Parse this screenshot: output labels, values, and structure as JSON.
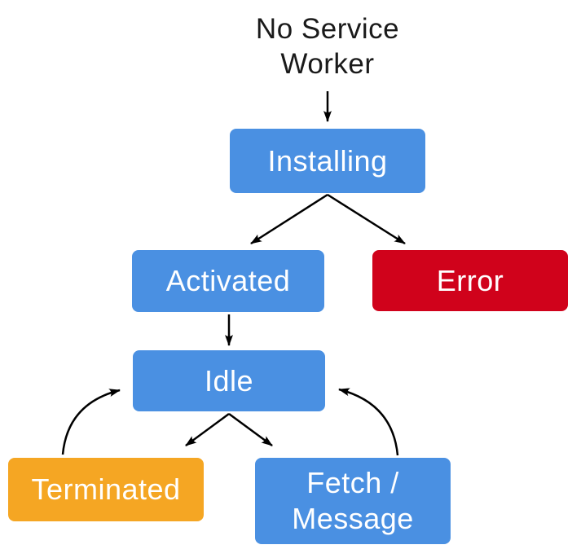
{
  "colors": {
    "blue": "#4A90E2",
    "red": "#D0021B",
    "orange": "#F5A623",
    "arrow": "#000000",
    "box_text": "#FFFFFF",
    "title_text": "#1A1A1A"
  },
  "nodes": {
    "start": {
      "label": "No Service Worker",
      "line1": "No Service",
      "line2": "Worker"
    },
    "installing": {
      "label": "Installing"
    },
    "activated": {
      "label": "Activated"
    },
    "error": {
      "label": "Error"
    },
    "idle": {
      "label": "Idle"
    },
    "terminated": {
      "label": "Terminated"
    },
    "fetch_message": {
      "label": "Fetch / Message",
      "line1": "Fetch /",
      "line2": "Message"
    }
  },
  "edges": [
    {
      "from": "no-service-worker",
      "to": "installing",
      "style": "straight"
    },
    {
      "from": "installing",
      "to": "activated",
      "style": "straight"
    },
    {
      "from": "installing",
      "to": "error",
      "style": "straight"
    },
    {
      "from": "activated",
      "to": "idle",
      "style": "straight"
    },
    {
      "from": "idle",
      "to": "terminated",
      "style": "straight"
    },
    {
      "from": "idle",
      "to": "fetch-message",
      "style": "straight"
    },
    {
      "from": "terminated",
      "to": "idle",
      "style": "curved"
    },
    {
      "from": "fetch-message",
      "to": "idle",
      "style": "curved"
    }
  ]
}
